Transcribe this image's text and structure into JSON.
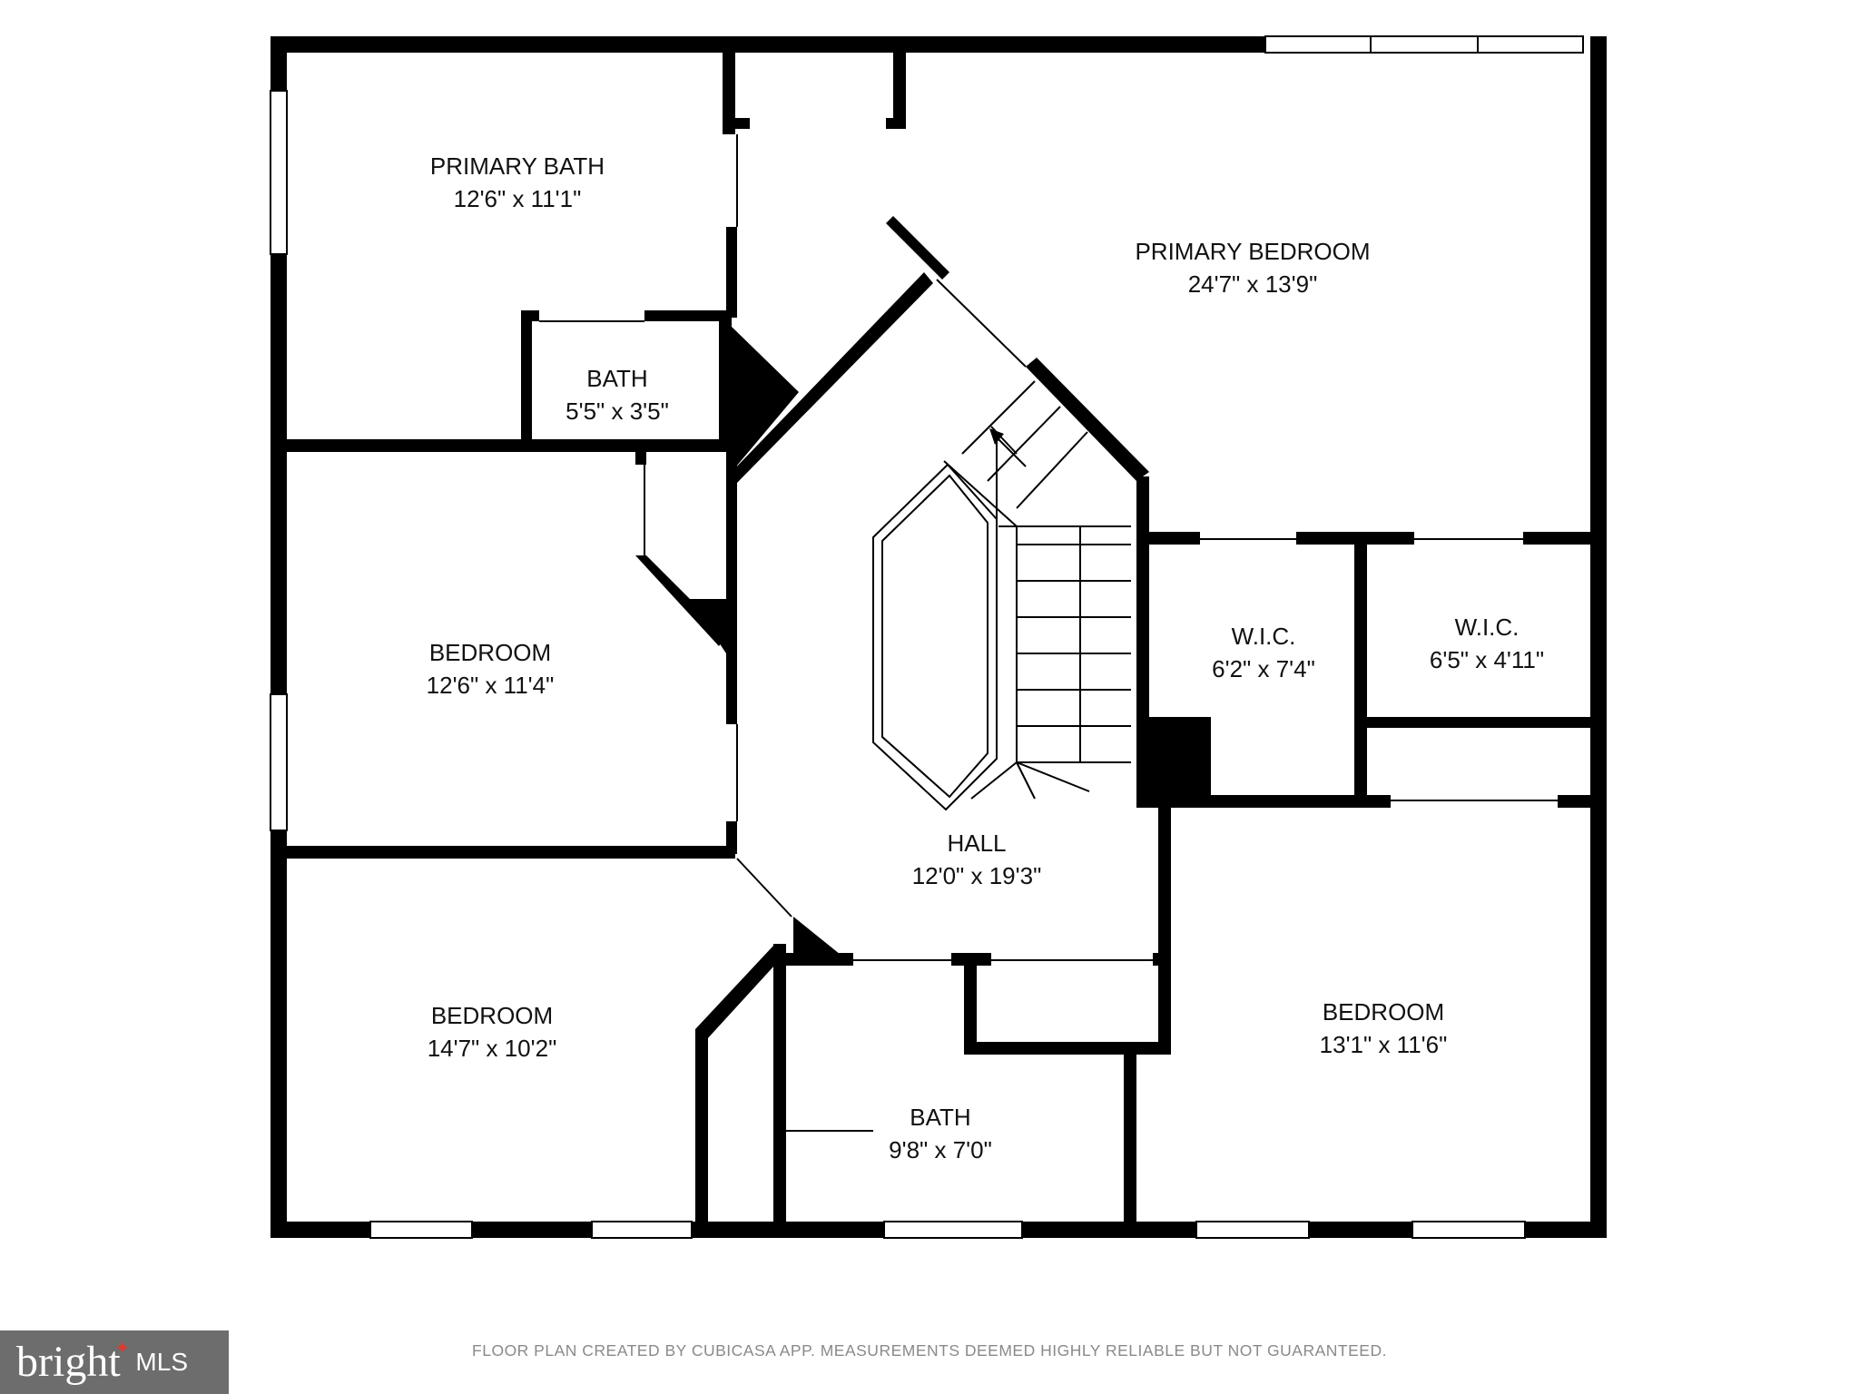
{
  "rooms": [
    {
      "id": "primary-bath",
      "name": "PRIMARY BATH",
      "dims": "12'6\" x 11'1\""
    },
    {
      "id": "primary-bedroom",
      "name": "PRIMARY BEDROOM",
      "dims": "24'7\" x 13'9\""
    },
    {
      "id": "bath-small",
      "name": "BATH",
      "dims": "5'5\" x 3'5\""
    },
    {
      "id": "bedroom-mid-left",
      "name": "BEDROOM",
      "dims": "12'6\" x 11'4\""
    },
    {
      "id": "wic-left",
      "name": "W.I.C.",
      "dims": "6'2\" x 7'4\""
    },
    {
      "id": "wic-right",
      "name": "W.I.C.",
      "dims": "6'5\" x 4'11\""
    },
    {
      "id": "hall",
      "name": "HALL",
      "dims": "12'0\" x 19'3\""
    },
    {
      "id": "bedroom-bottom-left",
      "name": "BEDROOM",
      "dims": "14'7\" x 10'2\""
    },
    {
      "id": "bath-bottom",
      "name": "BATH",
      "dims": "9'8\" x 7'0\""
    },
    {
      "id": "bedroom-bottom-right",
      "name": "BEDROOM",
      "dims": "13'1\" x 11'6\""
    }
  ],
  "footer": {
    "disclaimer": "FLOOR PLAN CREATED BY CUBICASA APP. MEASUREMENTS DEEMED HIGHLY RELIABLE BUT NOT GUARANTEED."
  },
  "logo": {
    "brand": "bright",
    "suffix": "MLS"
  },
  "colors": {
    "wall": "#000000",
    "background": "#ffffff",
    "footer_text": "#8a8a8a",
    "logo_bg": "#6d6d6d",
    "logo_accent": "#e03a2f"
  }
}
